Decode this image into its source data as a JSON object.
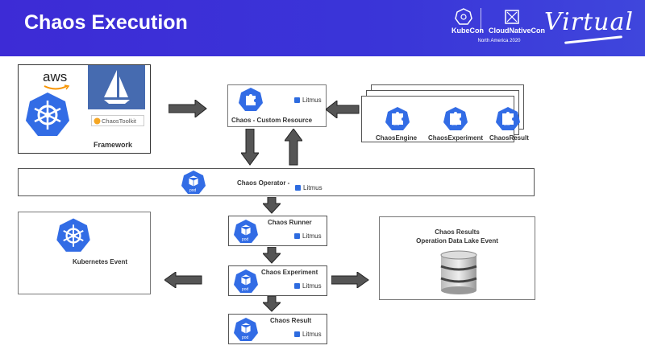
{
  "header": {
    "title": "Chaos Execution",
    "event_logo_left": "KubeCon",
    "event_logo_right": "CloudNativeCon",
    "event_sub": "North America 2020",
    "virtual": "Virtual"
  },
  "framework": {
    "label": "Framework",
    "aws": "aws",
    "chaostoolkit": "ChaosToolkit"
  },
  "custom_resource": {
    "label": "Chaos - Custom Resource",
    "litmus": "Litmus"
  },
  "crds": {
    "icon_text": "crd",
    "items": [
      "ChaosEngine",
      "ChaosExperiment",
      "ChaosResult"
    ]
  },
  "operator": {
    "label": "Chaos Operator -",
    "litmus": "Litmus",
    "icon_text": "pod"
  },
  "runner": {
    "label": "Chaos Runner",
    "litmus": "Litmus",
    "icon_text": "pod"
  },
  "experiment": {
    "label": "Chaos Experiment",
    "litmus": "Litmus",
    "icon_text": "pod"
  },
  "result": {
    "label": "Chaos Result",
    "litmus": "Litmus",
    "icon_text": "pod"
  },
  "k8s_event": {
    "label": "Kubernetes Event"
  },
  "results_store": {
    "line1": "Chaos Results",
    "line2": "Operation Data Lake  Event"
  },
  "colors": {
    "header": "#3d2bd6",
    "k8s_blue": "#326ce5",
    "arrow": "#555555"
  }
}
